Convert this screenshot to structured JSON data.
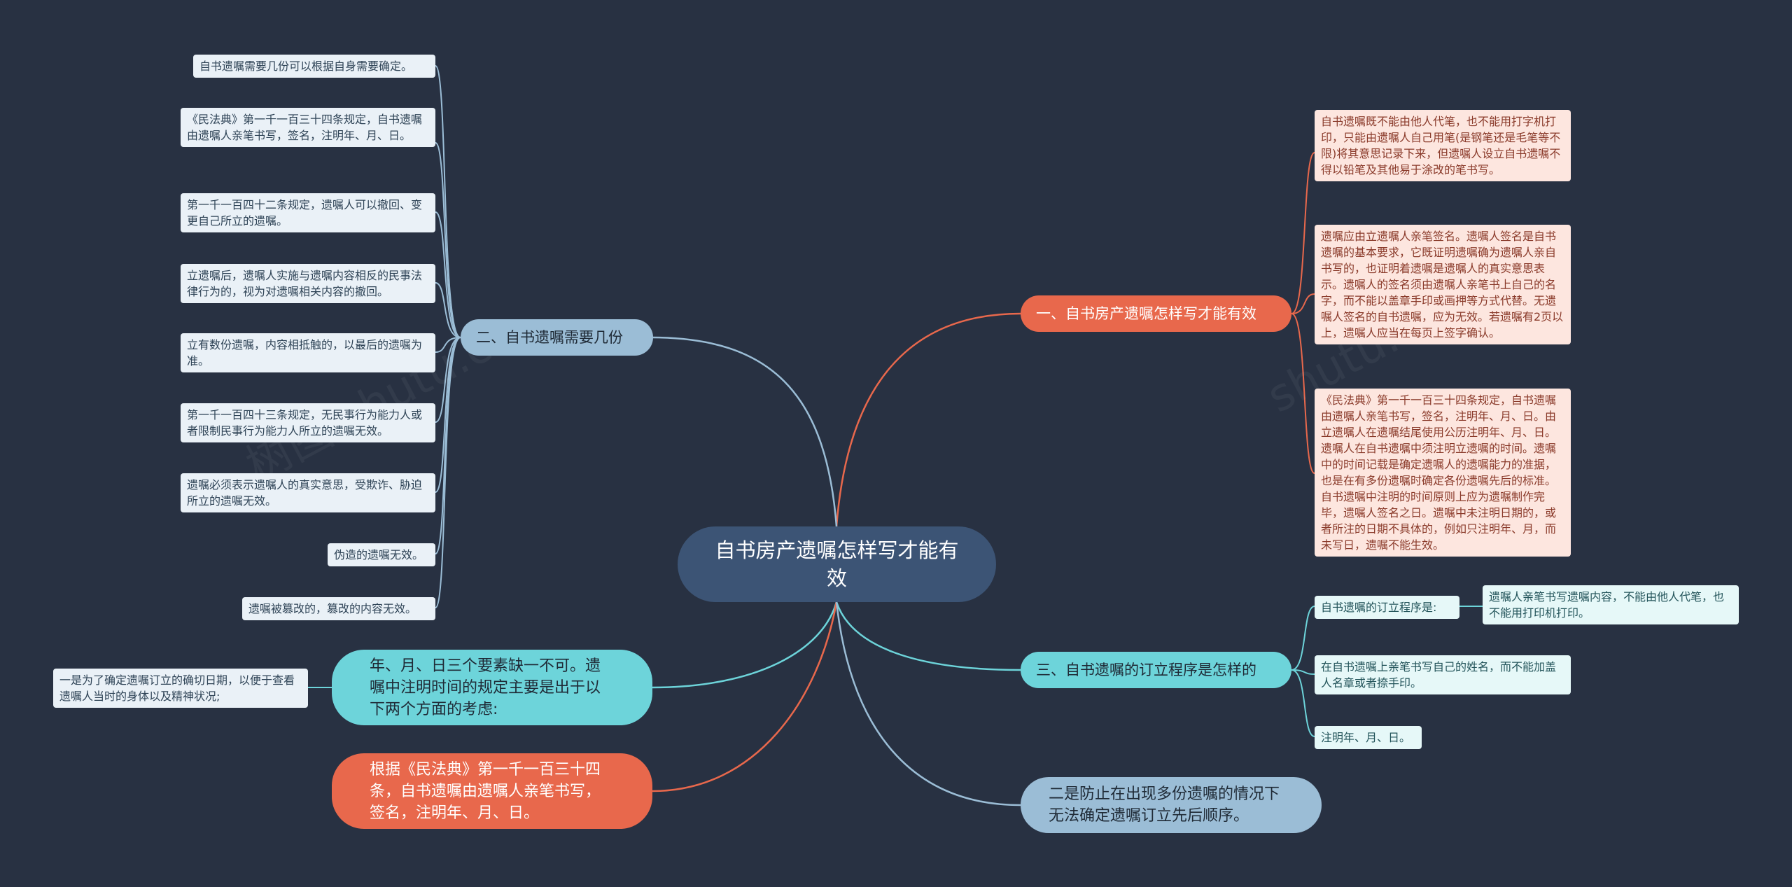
{
  "root": {
    "title": "自书房产遗嘱怎样写才能有效"
  },
  "topics": {
    "t1": "一、自书房产遗嘱怎样写才能有效",
    "t2": "二、自书遗嘱需要几份",
    "t3": "三、自书遗嘱的订立程序是怎样的",
    "t4": "年、月、日三个要素缺一不可。遗嘱中注明时间的规定主要是出于以下两个方面的考虑:",
    "t5": "根据《民法典》第一千一百三十四条，自书遗嘱由遗嘱人亲笔书写，签名，注明年、月、日。",
    "t6": "二是防止在出现多份遗嘱的情况下无法确定遗嘱订立先后顺序。"
  },
  "t1_leaves": [
    "自书遗嘱既不能由他人代笔，也不能用打字机打印，只能由遗嘱人自己用笔(是钢笔还是毛笔等不限)将其意思记录下来，但遗嘱人设立自书遗嘱不得以铅笔及其他易于涂改的笔书写。",
    "遗嘱应由立遗嘱人亲笔签名。遗嘱人签名是自书遗嘱的基本要求，它既证明遗嘱确为遗嘱人亲自书写的，也证明着遗嘱是遗嘱人的真实意思表示。遗嘱人的签名须由遗嘱人亲笔书上自己的名字，而不能以盖章手印或画押等方式代替。无遗嘱人签名的自书遗嘱，应为无效。若遗嘱有2页以上，遗嘱人应当在每页上签字确认。",
    "《民法典》第一千一百三十四条规定，自书遗嘱由遗嘱人亲笔书写，签名，注明年、月、日。由立遗嘱人在遗嘱结尾使用公历注明年、月、日。遗嘱人在自书遗嘱中须注明立遗嘱的时间。遗嘱中的时间记载是确定遗嘱人的遗嘱能力的准据，也是在有多份遗嘱时确定各份遗嘱先后的标准。自书遗嘱中注明的时间原则上应为遗嘱制作完毕，遗嘱人签名之日。遗嘱中未注明日期的，或者所注的日期不具体的，例如只注明年、月，而未写日，遗嘱不能生效。"
  ],
  "t2_leaves": [
    "自书遗嘱需要几份可以根据自身需要确定。",
    "《民法典》第一千一百三十四条规定，自书遗嘱由遗嘱人亲笔书写，签名，注明年、月、日。",
    "第一千一百四十二条规定，遗嘱人可以撤回、变更自己所立的遗嘱。",
    "立遗嘱后，遗嘱人实施与遗嘱内容相反的民事法律行为的，视为对遗嘱相关内容的撤回。",
    "立有数份遗嘱，内容相抵触的，以最后的遗嘱为准。",
    "第一千一百四十三条规定，无民事行为能力人或者限制民事行为能力人所立的遗嘱无效。",
    "遗嘱必须表示遗嘱人的真实意思，受欺诈、胁迫所立的遗嘱无效。",
    "伪造的遗嘱无效。",
    "遗嘱被篡改的，篡改的内容无效。"
  ],
  "t3_leaves": [
    "自书遗嘱的订立程序是:",
    "在自书遗嘱上亲笔书写自己的姓名，而不能加盖人名章或者捺手印。",
    "注明年、月、日。"
  ],
  "t3_sub": "遗嘱人亲笔书写遗嘱内容，不能由他人代笔，也不能用打印机打印。",
  "t4_leaf": "一是为了确定遗嘱订立的确切日期，以便于查看遗嘱人当时的身体以及精神状况;",
  "watermarks": [
    "树图 shutu.cn",
    "shutu.cn"
  ],
  "colors": {
    "background": "#283142",
    "orange": "#e8684c",
    "blue": "#9bbdd6",
    "cyan": "#6dd4da",
    "root": "#3c5475"
  }
}
